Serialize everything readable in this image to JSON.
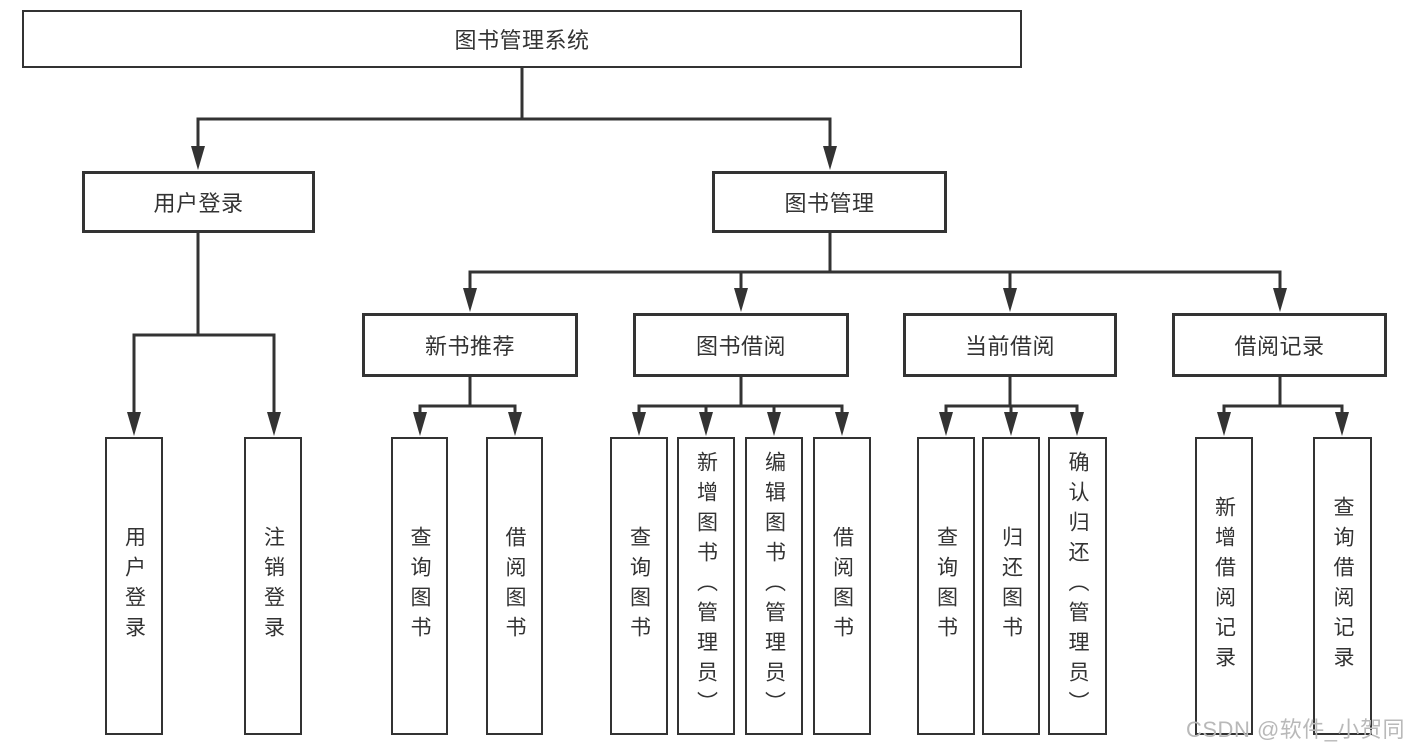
{
  "diagram": {
    "type": "hierarchy-flowchart",
    "title": "图书管理系统"
  },
  "nodes": {
    "root": {
      "label": "图书管理系统",
      "parent": null
    },
    "user_login": {
      "label": "用户登录",
      "parent": "root"
    },
    "book_mgmt": {
      "label": "图书管理",
      "parent": "root"
    },
    "new_book_rec": {
      "label": "新书推荐",
      "parent": "book_mgmt"
    },
    "book_borrow": {
      "label": "图书借阅",
      "parent": "book_mgmt"
    },
    "current_borrow": {
      "label": "当前借阅",
      "parent": "book_mgmt"
    },
    "borrow_records": {
      "label": "借阅记录",
      "parent": "book_mgmt"
    },
    "login": {
      "label": "用户登录",
      "parent": "user_login"
    },
    "logout": {
      "label": "注销登录",
      "parent": "user_login"
    },
    "rec_query_book": {
      "label": "查询图书",
      "parent": "new_book_rec"
    },
    "rec_borrow_book": {
      "label": "借阅图书",
      "parent": "new_book_rec"
    },
    "bor_query_book": {
      "label": "查询图书",
      "parent": "book_borrow"
    },
    "bor_add_book": {
      "label": "新增图书（管理员）",
      "parent": "book_borrow"
    },
    "bor_edit_book": {
      "label": "编辑图书（管理员）",
      "parent": "book_borrow"
    },
    "bor_borrow_book": {
      "label": "借阅图书",
      "parent": "book_borrow"
    },
    "cur_query_book": {
      "label": "查询图书",
      "parent": "current_borrow"
    },
    "cur_return_book": {
      "label": "归还图书",
      "parent": "current_borrow"
    },
    "cur_confirm_return": {
      "label": "确认归还（管理员）",
      "parent": "current_borrow"
    },
    "rb_add_record": {
      "label": "新增借阅记录",
      "parent": "borrow_records"
    },
    "rb_query_record": {
      "label": "查询借阅记录",
      "parent": "borrow_records"
    }
  },
  "watermark": {
    "text": "CSDN @软件_小贺同学"
  },
  "colors": {
    "line": "#333333",
    "text": "#333333",
    "box_fill": "#ffffff",
    "background": "#ffffff",
    "watermark": "#b9b9b9"
  }
}
